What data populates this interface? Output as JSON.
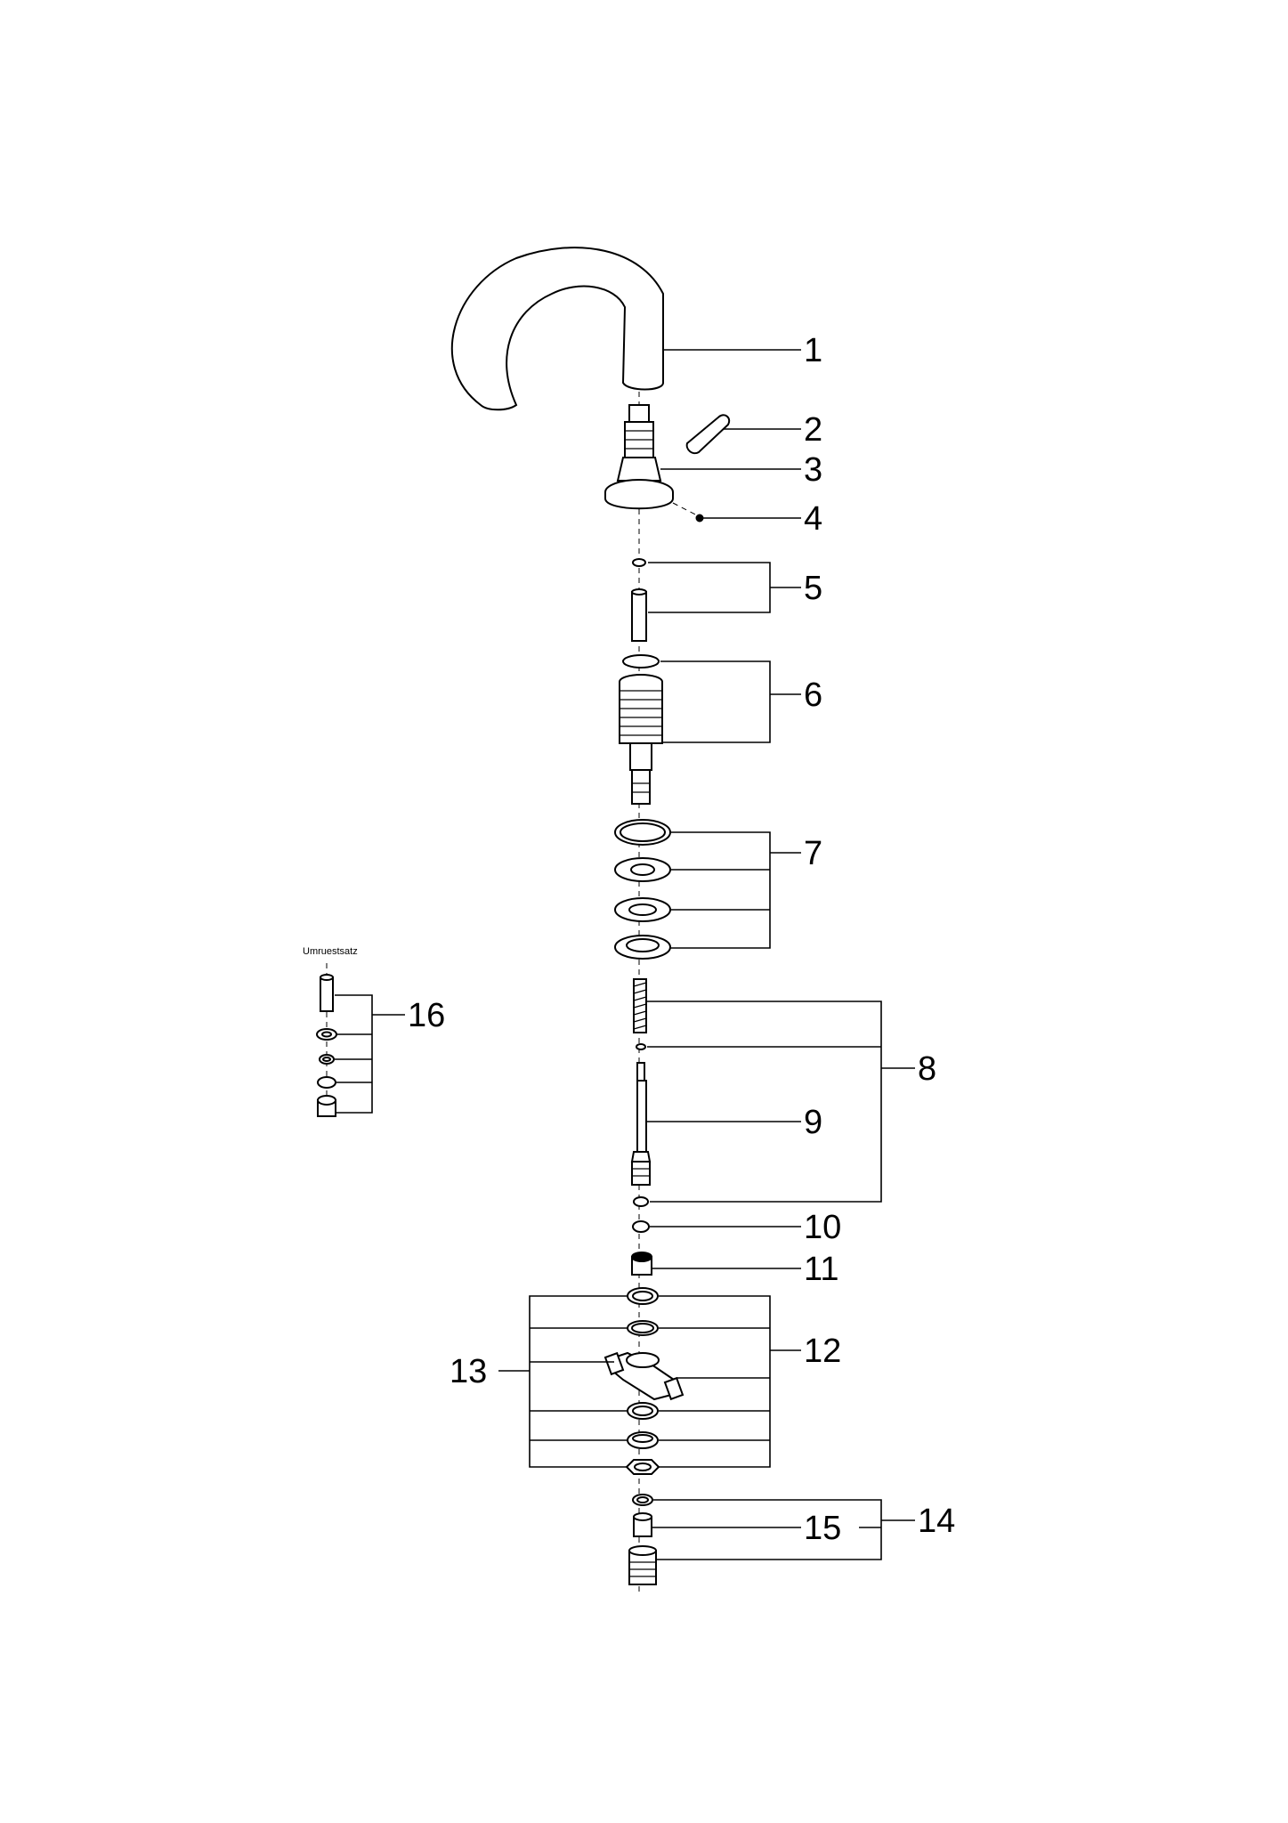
{
  "labels": {
    "p1": "1",
    "p2": "2",
    "p3": "3",
    "p4": "4",
    "p5": "5",
    "p6": "6",
    "p7": "7",
    "p8": "8",
    "p9": "9",
    "p10": "10",
    "p11": "11",
    "p12": "12",
    "p13": "13",
    "p14": "14",
    "p15": "15",
    "p16": "16"
  },
  "kit_caption": "Umruestsatz"
}
